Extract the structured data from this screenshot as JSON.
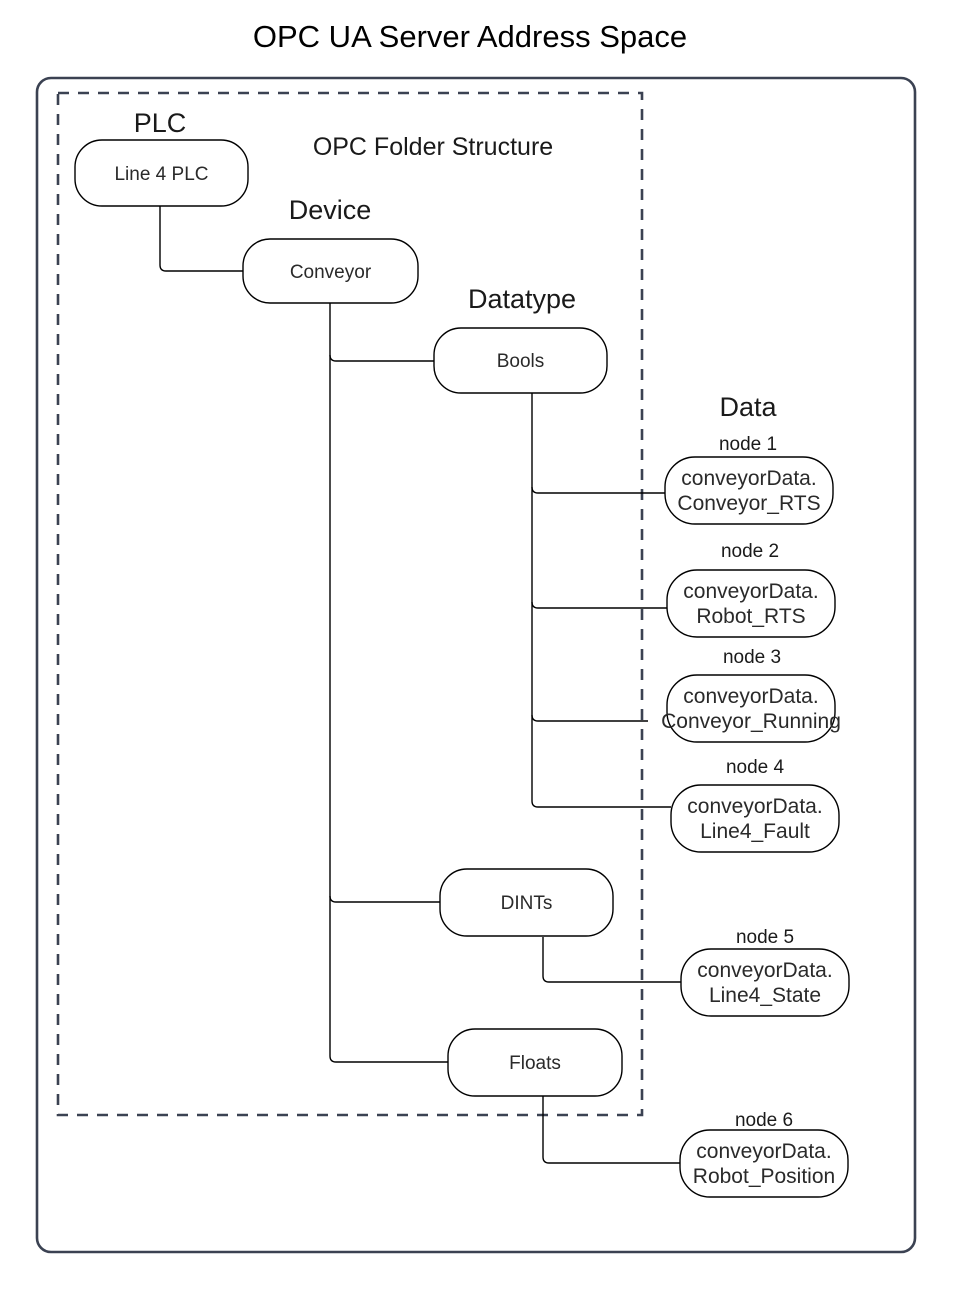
{
  "title": "OPC UA Server Address Space",
  "annotation": {
    "text": "OPC Folder Structure",
    "color": "#ff0000"
  },
  "group_labels": {
    "plc": "PLC",
    "device": "Device",
    "datatype": "Datatype",
    "data": "Data"
  },
  "nodes": {
    "plc": {
      "label": "Line 4 PLC"
    },
    "device": {
      "label": "Conveyor"
    },
    "bools": {
      "label": "Bools"
    },
    "dints": {
      "label": "DINTs"
    },
    "floats": {
      "label": "Floats"
    }
  },
  "data_nodes": [
    {
      "tag": "node 1",
      "line1": "conveyorData.",
      "line2": "Conveyor_RTS"
    },
    {
      "tag": "node 2",
      "line1": "conveyorData.",
      "line2": "Robot_RTS"
    },
    {
      "tag": "node 3",
      "line1": "conveyorData.",
      "line2": "Conveyor_Running"
    },
    {
      "tag": "node 4",
      "line1": "conveyorData.",
      "line2": "Line4_Fault"
    },
    {
      "tag": "node 5",
      "line1": "conveyorData.",
      "line2": "Line4_State"
    },
    {
      "tag": "node 6",
      "line1": "conveyorData.",
      "line2": "Robot_Position"
    }
  ],
  "colors": {
    "frame_stroke": "#3b4252",
    "node_stroke": "#000000",
    "text": "#1a1a1a",
    "accent_red": "#ff0000",
    "background": "#ffffff"
  }
}
